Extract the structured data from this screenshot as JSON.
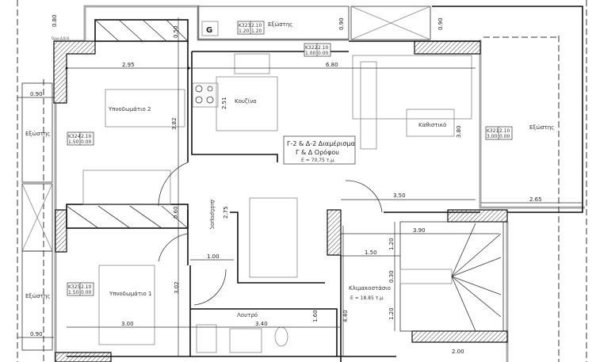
{
  "title_block": {
    "line1": "Γ-2 & Δ-2 Διαμέρισμα",
    "line2": "Γ & Δ Ορόφου",
    "area": "E = 70,75 τ.μ."
  },
  "rooms": {
    "bedroom2": "Υπνοδωμάτιο 2",
    "bedroom1": "Υπνοδωμάτιο 1",
    "kitchen": "Κουζίνα",
    "living": "Καθιστικό",
    "corridor": "Διάδρομος",
    "bathroom": "Λουτρό",
    "staircase": "Κλιμακοστάσιο",
    "staircase_area": "E = 18.85 τ.μ.",
    "balcony_top": "Εξώστης",
    "balcony_left_upper": "Εξώστης",
    "balcony_left_lower": "Εξώστης",
    "balcony_right": "Εξώστης"
  },
  "boundary_label": "Όρια Δ.Β.Θ.",
  "g_marker": "G",
  "windows": [
    {
      "id": "K323",
      "h": "2.10",
      "w": "1.20",
      "s": "1.20"
    },
    {
      "id": "K322",
      "h": "2.10",
      "w": "1.00",
      "s": "0.00"
    },
    {
      "id": "K324",
      "h": "2.10",
      "w": "1.50",
      "s": "0.00"
    },
    {
      "id": "K321",
      "h": "2.10",
      "w": "3.00",
      "s": "0.00"
    },
    {
      "id": "K325",
      "h": "2.10",
      "w": "1.50",
      "s": "0.00"
    }
  ],
  "dimensions": {
    "d080": "0.80",
    "d050": "0.50",
    "d090a": "0.90",
    "d090b": "0.90",
    "d295": "2.95",
    "d680": "6.80",
    "d090l1": "0.90",
    "d382": "3.82",
    "d251": "2.51",
    "d380": "3.80",
    "d350": "3.50",
    "d265": "2.65",
    "d060": "0.60",
    "d275": "2.75",
    "d390": "3.90",
    "d100": "1.00",
    "d150": "1.50",
    "d120a": "1.20",
    "d030": "0.30",
    "d120b": "1.20",
    "d302": "3.02",
    "d090l2": "0.90",
    "d300": "3.00",
    "d340": "3.40",
    "d160": "1.60",
    "d440": "4.40",
    "d200": "2.00"
  }
}
